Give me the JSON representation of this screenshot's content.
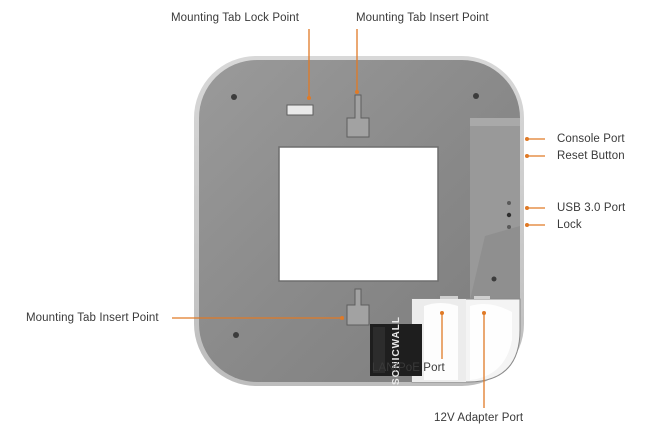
{
  "callouts": {
    "mount_lock": "Mounting Tab Lock Point",
    "mount_insert_top": "Mounting Tab Insert Point",
    "mount_insert_left": "Mounting Tab Insert Point",
    "console_port": "Console Port",
    "reset_button": "Reset Button",
    "usb_port": "USB 3.0 Port",
    "lock": "Lock",
    "lan_poe_port": "LAN/PoE Port",
    "adapter_port": "12V Adapter Port"
  },
  "device": {
    "brand": "SONICWALL"
  },
  "colors": {
    "accent": "#e07a26",
    "body": "#8e8e8e",
    "text": "#3a3a3a"
  }
}
